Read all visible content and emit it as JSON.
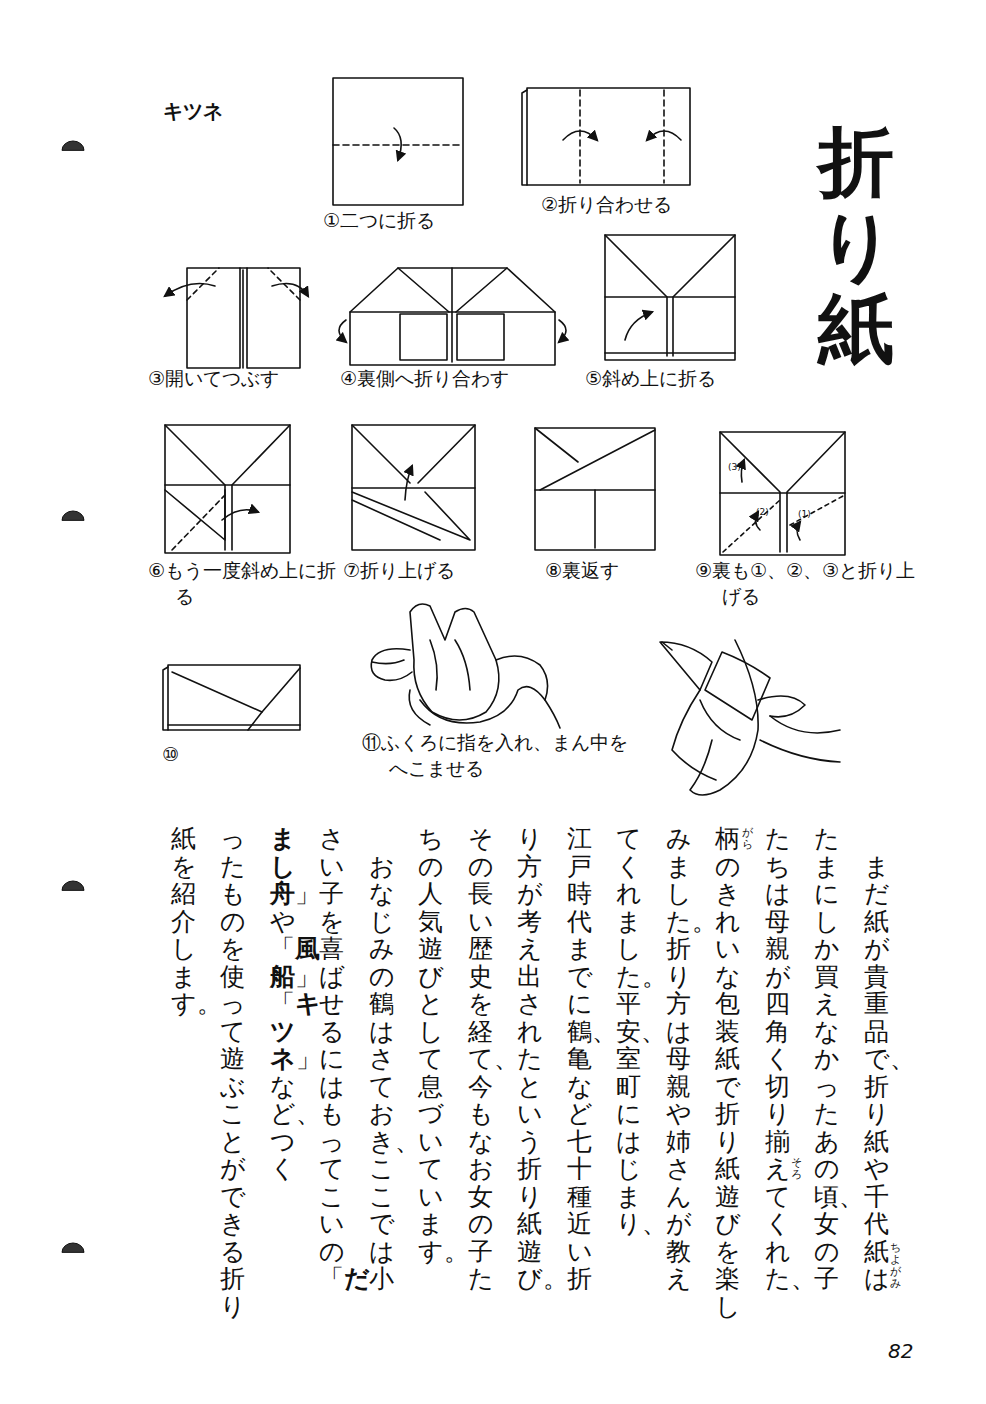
{
  "diagram": {
    "title": "折り紙",
    "labels": [
      "キツネ",
      "①二つに折る",
      "②折り合わせる",
      "③開いてつぶす",
      "④裏側へ折り合わす",
      "⑤斜め上に折る",
      "⑥もう一度斜め上に折る",
      "⑦折り上げる",
      "⑧裏返す",
      "⑨裏も①、②、③と折り上げる",
      "(3)",
      "(2)",
      "(1)",
      "⑩",
      "⑪ふくろに指を入れ、まん中をへこませる",
      "まだ紙が貴重品で、折り紙や千代紙は",
      "たまにしか買えなかったあの頃、女の子",
      "たちは母親が四角く切り揃えてくれた、",
      "柄のきれいな包装紙で折り紙遊びを楽し",
      "みました。折り方は母親や姉さんが教え",
      "てくれました。平安、室町にはじまり、",
      "江戸時代までに鶴、亀など七十種近い折",
      "り方が考え出されたという折り紙遊び。",
      "その長い歴史を経て、今もなお女の子た",
      "ちの人気遊びとして息づいています。",
      "おなじみの鶴はさておき、ここでは小",
      "さい子を喜ばせるにはもってこいの「",
      "だ",
      "まし舟",
      "」や「",
      "風船",
      "」「",
      "キツネ",
      "」など、つく",
      "ったものを使って遊ぶことができる折り",
      "紙を紹介します。",
      "ちよがみ",
      "そろ",
      "がら",
      "82"
    ]
  }
}
